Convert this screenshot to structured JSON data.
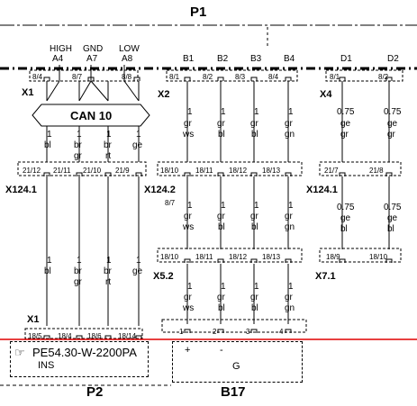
{
  "header": {
    "left_title": "P1"
  },
  "connectors": {
    "x1_top": "X1",
    "x2": "X2",
    "x4": "X4",
    "x124_1_left": "X124.1",
    "x124_2": "X124.2",
    "x124_1_right": "X124.1",
    "x5_2": "X5.2",
    "x7_1": "X7.1",
    "x1_bottom": "X1"
  },
  "top_pins": {
    "high": {
      "name": "HIGH",
      "pin": "A4"
    },
    "gnd": {
      "name": "GND",
      "pin": "A7"
    },
    "low": {
      "name": "LOW",
      "pin": "A8"
    },
    "b": [
      "B1",
      "B2",
      "B3",
      "B4"
    ],
    "d": [
      "D1",
      "D2"
    ]
  },
  "terminals": {
    "x1_top": [
      "8/4",
      "8/7",
      "8/8"
    ],
    "x2": [
      "8/1",
      "8/2",
      "8/3",
      "8/4"
    ],
    "x4": [
      "8/1",
      "8/2"
    ],
    "x124_1_left": [
      "21/12",
      "21/11",
      "21/10",
      "21/9"
    ],
    "x124_2": [
      "18/10",
      "18/11",
      "18/12",
      "18/13"
    ],
    "x124_1_right": [
      "21/7",
      "21/8"
    ],
    "x5_2": [
      "18/10",
      "18/11",
      "18/12",
      "18/13"
    ],
    "x7_1": [
      "18/9",
      "18/10"
    ],
    "x1_bottom": [
      "18/5",
      "18/4",
      "18/6",
      "18/14"
    ],
    "b17": [
      "1",
      "2",
      "3",
      "4"
    ]
  },
  "bus": {
    "label": "CAN 10"
  },
  "wires": {
    "can_upper": [
      [
        "1",
        "bl"
      ],
      [
        "1",
        "br",
        "gr"
      ],
      [
        "1",
        "br",
        "rt"
      ],
      [
        "1",
        "ge"
      ]
    ],
    "can_lower": [
      [
        "1",
        "bl"
      ],
      [
        "1",
        "br",
        "gr"
      ],
      [
        "1",
        "br",
        "rt"
      ],
      [
        "1",
        "ge"
      ]
    ],
    "b_upper": [
      [
        "1",
        "gr",
        "ws"
      ],
      [
        "1",
        "gr",
        "bl"
      ],
      [
        "1",
        "gr",
        "bl"
      ],
      [
        "1",
        "gr",
        "gn"
      ]
    ],
    "b_middle": [
      [
        "1",
        "gr",
        "ws"
      ],
      [
        "1",
        "gr",
        "bl"
      ],
      [
        "1",
        "gr",
        "bl"
      ],
      [
        "1",
        "gr",
        "gn"
      ]
    ],
    "b_lower": [
      [
        "1",
        "gr",
        "ws"
      ],
      [
        "1",
        "gr",
        "bl"
      ],
      [
        "1",
        "gr",
        "bl"
      ],
      [
        "1",
        "gr",
        "gn"
      ]
    ],
    "d_upper": [
      [
        "0.75",
        "ge",
        "gr"
      ],
      [
        "0.75",
        "ge",
        "gr"
      ]
    ],
    "d_lower": [
      [
        "0.75",
        "ge",
        "bl"
      ],
      [
        "0.75",
        "ge",
        "bl"
      ]
    ],
    "b_middle_note": "8/7"
  },
  "b17_symbols": {
    "plus": "+",
    "minus": "-",
    "g": "G"
  },
  "reference": {
    "icon": "hand-pointer-icon",
    "ref_text": "PE54.30-W-2200PA",
    "sub_text": "INS"
  },
  "footer": {
    "p2": "P2",
    "b17": "B17"
  },
  "colors": {
    "line": "#000000",
    "red_rule": "#e00000"
  }
}
